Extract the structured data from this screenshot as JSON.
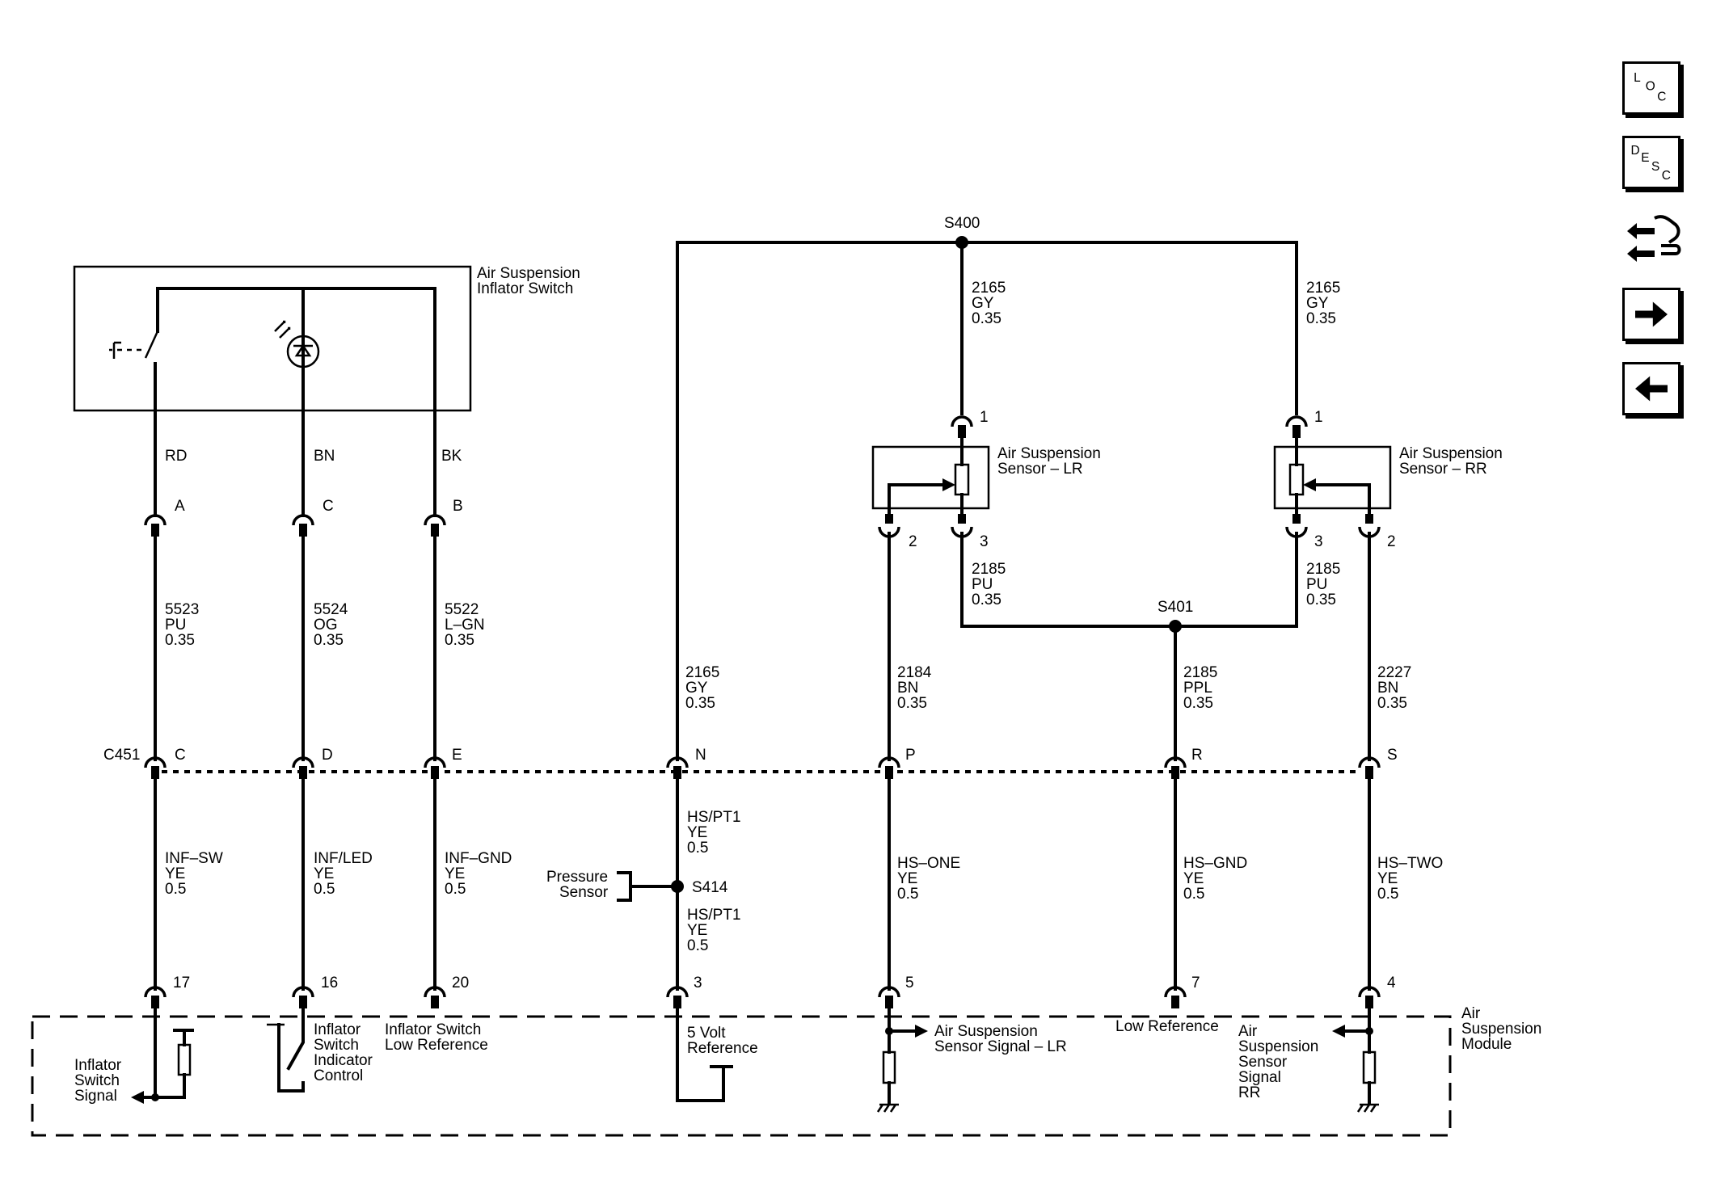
{
  "components": {
    "inflator_switch": [
      "Air Suspension",
      "Inflator Switch"
    ],
    "sensor_lr": [
      "Air Suspension",
      "Sensor – LR"
    ],
    "sensor_rr": [
      "Air Suspension",
      "Sensor – RR"
    ],
    "module": [
      "Air",
      "Suspension",
      "Module"
    ],
    "pressure_sensor": [
      "Pressure",
      "Sensor"
    ]
  },
  "splices": {
    "s400": "S400",
    "s401": "S401",
    "s414": "S414"
  },
  "connector": {
    "name": "C451"
  },
  "switch_pins": {
    "a": "A",
    "c": "C",
    "b": "B"
  },
  "switch_colors": {
    "a": "RD",
    "c": "BN",
    "b": "BK"
  },
  "c451_pins": {
    "c": "C",
    "d": "D",
    "e": "E",
    "n": "N",
    "p": "P",
    "r": "R",
    "s": "S"
  },
  "sensor_pins": {
    "lr1": "1",
    "lr2": "2",
    "lr3": "3",
    "rr1": "1",
    "rr2": "2",
    "rr3": "3"
  },
  "module_pins": {
    "p17": "17",
    "p16": "16",
    "p20": "20",
    "p3": "3",
    "p5": "5",
    "p7": "7",
    "p4": "4"
  },
  "wires": {
    "w5523": [
      "5523",
      "PU",
      "0.35"
    ],
    "w5524": [
      "5524",
      "OG",
      "0.35"
    ],
    "w5522": [
      "5522",
      "L–GN",
      "0.35"
    ],
    "w2165_n": [
      "2165",
      "GY",
      "0.35"
    ],
    "w2184": [
      "2184",
      "BN",
      "0.35"
    ],
    "w2185_r": [
      "2185",
      "PPL",
      "0.35"
    ],
    "w2227": [
      "2227",
      "BN",
      "0.35"
    ],
    "w2165_lr": [
      "2165",
      "GY",
      "0.35"
    ],
    "w2165_rr": [
      "2165",
      "GY",
      "0.35"
    ],
    "w2185_lr": [
      "2185",
      "PU",
      "0.35"
    ],
    "w2185_rr": [
      "2185",
      "PU",
      "0.35"
    ],
    "inf_sw": [
      "INF–SW",
      "YE",
      "0.5"
    ],
    "inf_led": [
      "INF/LED",
      "YE",
      "0.5"
    ],
    "inf_gnd": [
      "INF–GND",
      "YE",
      "0.5"
    ],
    "hs_pt1_upper": [
      "HS/PT1",
      "YE",
      "0.5"
    ],
    "hs_pt1_lower": [
      "HS/PT1",
      "YE",
      "0.5"
    ],
    "hs_one": [
      "HS–ONE",
      "YE",
      "0.5"
    ],
    "hs_gnd": [
      "HS–GND",
      "YE",
      "0.5"
    ],
    "hs_two": [
      "HS–TWO",
      "YE",
      "0.5"
    ]
  },
  "module_circuits": {
    "inflator_switch_signal": [
      "Inflator",
      "Switch",
      "Signal"
    ],
    "indicator_control": [
      "Inflator",
      "Switch",
      "Indicator",
      "Control"
    ],
    "low_ref_switch": [
      "Inflator Switch",
      "Low Reference"
    ],
    "five_volt": [
      "5 Volt",
      "Reference"
    ],
    "sensor_signal_lr": [
      "Air Suspension",
      "Sensor Signal – LR"
    ],
    "low_reference": [
      "Low Reference"
    ],
    "sensor_signal_rr": [
      "Air",
      "Suspension",
      "Sensor",
      "Signal",
      "RR"
    ]
  },
  "nav": {
    "loc_letters": [
      "L",
      "O",
      "C"
    ],
    "desc_letters": [
      "D",
      "E",
      "S",
      "C"
    ]
  }
}
